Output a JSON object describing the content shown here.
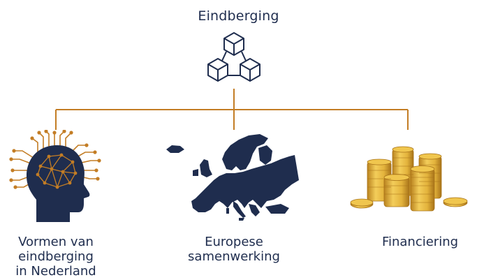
{
  "colors": {
    "navy": "#1f2d4e",
    "connector": "#c37d25",
    "gold": "#e3b33c",
    "gold_dark": "#b9821f"
  },
  "root": {
    "title": "Eindberging",
    "icon": "blocks-icon"
  },
  "branches": [
    {
      "label_lines": [
        "Vormen van",
        "eindberging",
        "in Nederland"
      ],
      "icon": "brain-circuit-icon"
    },
    {
      "label_lines": [
        "Europese",
        "samenwerking"
      ],
      "icon": "europe-map-icon"
    },
    {
      "label_lines": [
        "Financiering"
      ],
      "icon": "gold-coins-icon"
    }
  ]
}
